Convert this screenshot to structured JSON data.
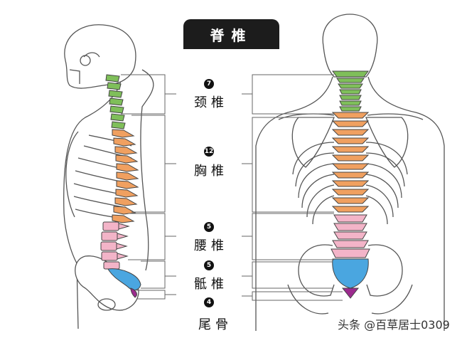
{
  "title": "脊椎",
  "regions": [
    {
      "label": "颈椎",
      "count": "7",
      "color": "#7fbf5a"
    },
    {
      "label": "胸椎",
      "count": "12",
      "color": "#f0a060"
    },
    {
      "label": "腰椎",
      "count": "5",
      "color": "#f3b4c8"
    },
    {
      "label": "骶椎",
      "count": "5",
      "color": "#4aa6e0"
    },
    {
      "label": "尾骨",
      "count": "4",
      "color": "#9c2a8e"
    }
  ],
  "watermark": "头条 @百草居士0309"
}
